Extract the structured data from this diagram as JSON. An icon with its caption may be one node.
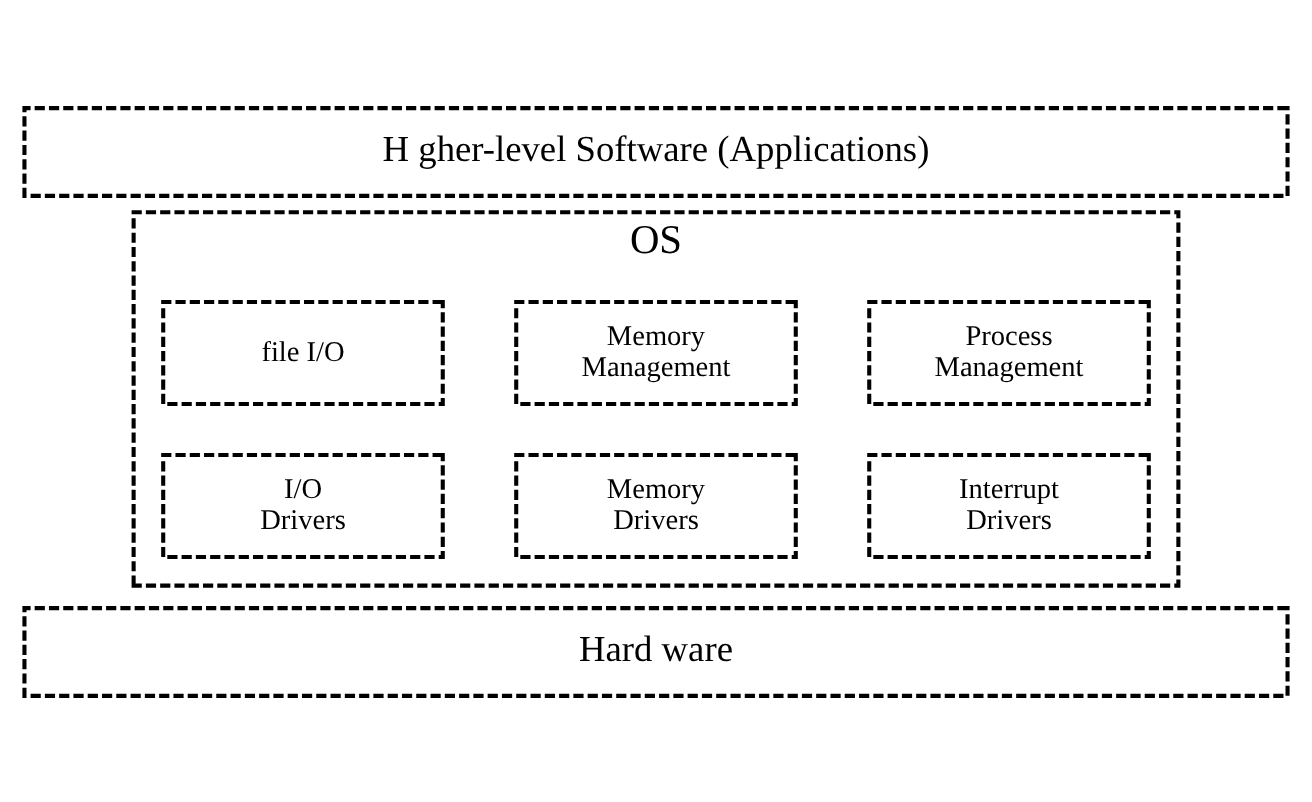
{
  "diagram": {
    "nodes": [
      {
        "text": [
          "H gher-level Software (Applications)"
        ]
      },
      {
        "text": [
          "OS"
        ]
      },
      {
        "text": [
          "file I/O"
        ],
        "in": 1
      },
      {
        "text": [
          "Memory Management"
        ],
        "in": 1
      },
      {
        "text": [
          "Process Management"
        ],
        "in": 1
      },
      {
        "text": [
          "I/O Drivers"
        ],
        "in": 1
      },
      {
        "text": [
          "Memory Drivers"
        ],
        "in": 1
      },
      {
        "text": [
          "Interrupt Drivers"
        ],
        "in": 1
      },
      {
        "text": [
          "Hard ware"
        ]
      }
    ],
    "edges": []
  }
}
